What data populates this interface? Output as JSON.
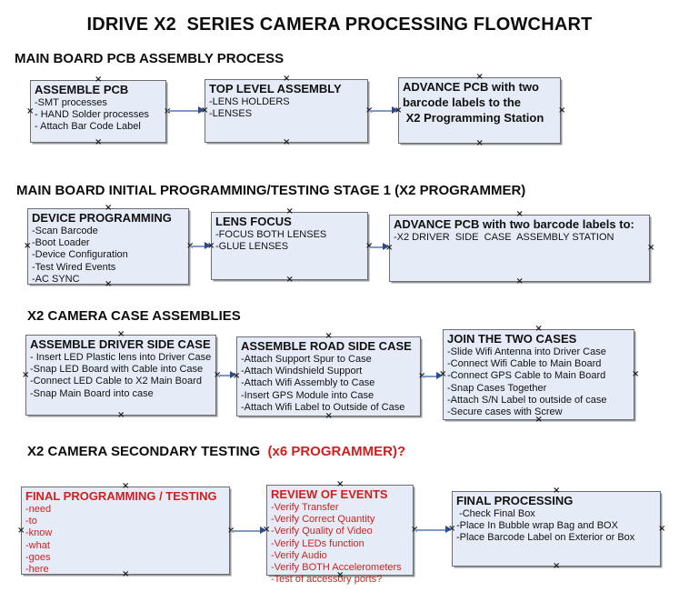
{
  "title": "IDRIVE X2  SERIES CAMERA PROCESSING FLOWCHART",
  "sections": [
    {
      "heading": "MAIN BOARD PCB ASSEMBLY PROCESS"
    },
    {
      "heading": "MAIN BOARD INITIAL PROGRAMMING/TESTING STAGE 1 (X2 PROGRAMMER)"
    },
    {
      "heading": "X2 CAMERA CASE ASSEMBLIES"
    },
    {
      "heading": "X2 CAMERA SECONDARY TESTING ",
      "heading_suffix": " (x6 PROGRAMMER)?"
    }
  ],
  "boxes": {
    "b1": {
      "title": "ASSEMBLE PCB",
      "items": [
        "-SMT processes",
        "- HAND Solder processes",
        "- Attach Bar Code Label"
      ]
    },
    "b2": {
      "title": "TOP LEVEL ASSEMBLY",
      "items": [
        "-LENS HOLDERS",
        "-LENSES"
      ]
    },
    "b3": {
      "title": "ADVANCE PCB with two",
      "items": [
        "barcode labels to the",
        " X2 Programming Station"
      ]
    },
    "b4": {
      "title": "DEVICE PROGRAMMING",
      "items": [
        "-Scan Barcode",
        "-Boot Loader",
        "-Device Configuration",
        "-Test Wired Events",
        "-AC SYNC"
      ]
    },
    "b5": {
      "title": "LENS FOCUS",
      "items": [
        "-FOCUS BOTH LENSES",
        "-GLUE LENSES"
      ]
    },
    "b6": {
      "title": "ADVANCE PCB with two barcode labels to:",
      "items": [
        "-X2 DRIVER  SIDE  CASE  ASSEMBLY STATION"
      ]
    },
    "b7": {
      "title": "ASSEMBLE DRIVER SIDE CASE",
      "items": [
        "- Insert LED Plastic lens into Driver Case",
        "-Snap LED Board with Cable into Case",
        "-Connect LED Cable to X2 Main Board",
        "-Snap Main Board into case"
      ]
    },
    "b8": {
      "title": "ASSEMBLE ROAD SIDE CASE",
      "items": [
        "-Attach Support Spur to Case",
        "-Attach Windshield Support",
        "-Attach Wifi Assembly to Case",
        "-Insert GPS Module into Case",
        "-Attach Wifi Label to Outside of Case"
      ]
    },
    "b9": {
      "title": "JOIN THE TWO CASES",
      "items": [
        "-Slide Wifi Antenna into Driver Case",
        "-Connect Wifi Cable to Main Board",
        "-Connect GPS Cable to Main Board",
        "-Snap Cases Together",
        "-Attach S/N Label to outside of case",
        "-Secure cases with Screw"
      ]
    },
    "b10": {
      "title": "FINAL PROGRAMMING / TESTING",
      "items": [
        "-need",
        "-to",
        "-know",
        "-what",
        "-goes",
        "-here"
      ]
    },
    "b11": {
      "title": "REVIEW OF EVENTS",
      "items": [
        "-Verify Transfer",
        "-Verify Correct Quantity",
        "-Verify Quality of Video",
        "-Verify LEDs function",
        "-Verify Audio",
        "-Verify BOTH Accelerometers",
        "-Test of accessory ports?"
      ]
    },
    "b12": {
      "title": "FINAL PROCESSING",
      "items": [
        " -Check Final Box",
        "-Place In Bubble wrap Bag and BOX",
        "-Place Barcode Label on Exterior or Box"
      ]
    }
  },
  "colors": {
    "box_fill": "#e6ecf7",
    "box_border": "#6e6e6e",
    "arrow_line": "#7e9ac8",
    "arrow_head": "#2b4a8f",
    "red_text": "#cf1f1f",
    "black_text": "#0d0d0d"
  }
}
